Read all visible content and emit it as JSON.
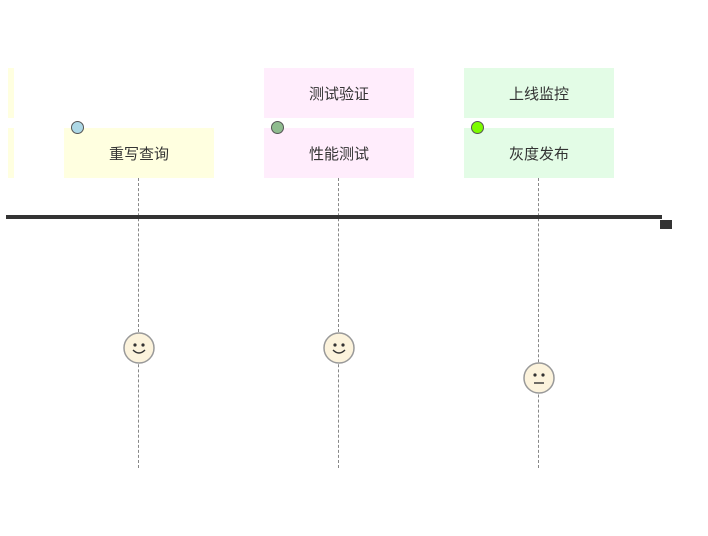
{
  "colors": {
    "yellow_card": "#ffffe0",
    "pink_card": "#ffedfc",
    "green_card": "#e3fce6",
    "axis": "#333333",
    "dashed_line": "#888888",
    "face_fill": "#fcf3dc",
    "face_stroke": "#999999"
  },
  "timeline": {
    "columns": [
      {
        "id": "col1",
        "cards": [
          {
            "text": "重写查询",
            "color": "yellow"
          }
        ],
        "dot_color": "#add8e6",
        "face": "happy"
      },
      {
        "id": "col2",
        "cards": [
          {
            "text": "测试验证",
            "color": "pink"
          },
          {
            "text": "性能测试",
            "color": "pink"
          }
        ],
        "dot_color": "#8fbc8f",
        "face": "happy"
      },
      {
        "id": "col3",
        "cards": [
          {
            "text": "上线监控",
            "color": "green"
          },
          {
            "text": "灰度发布",
            "color": "green"
          }
        ],
        "dot_color": "#7cfc00",
        "face": "neutral"
      }
    ]
  }
}
